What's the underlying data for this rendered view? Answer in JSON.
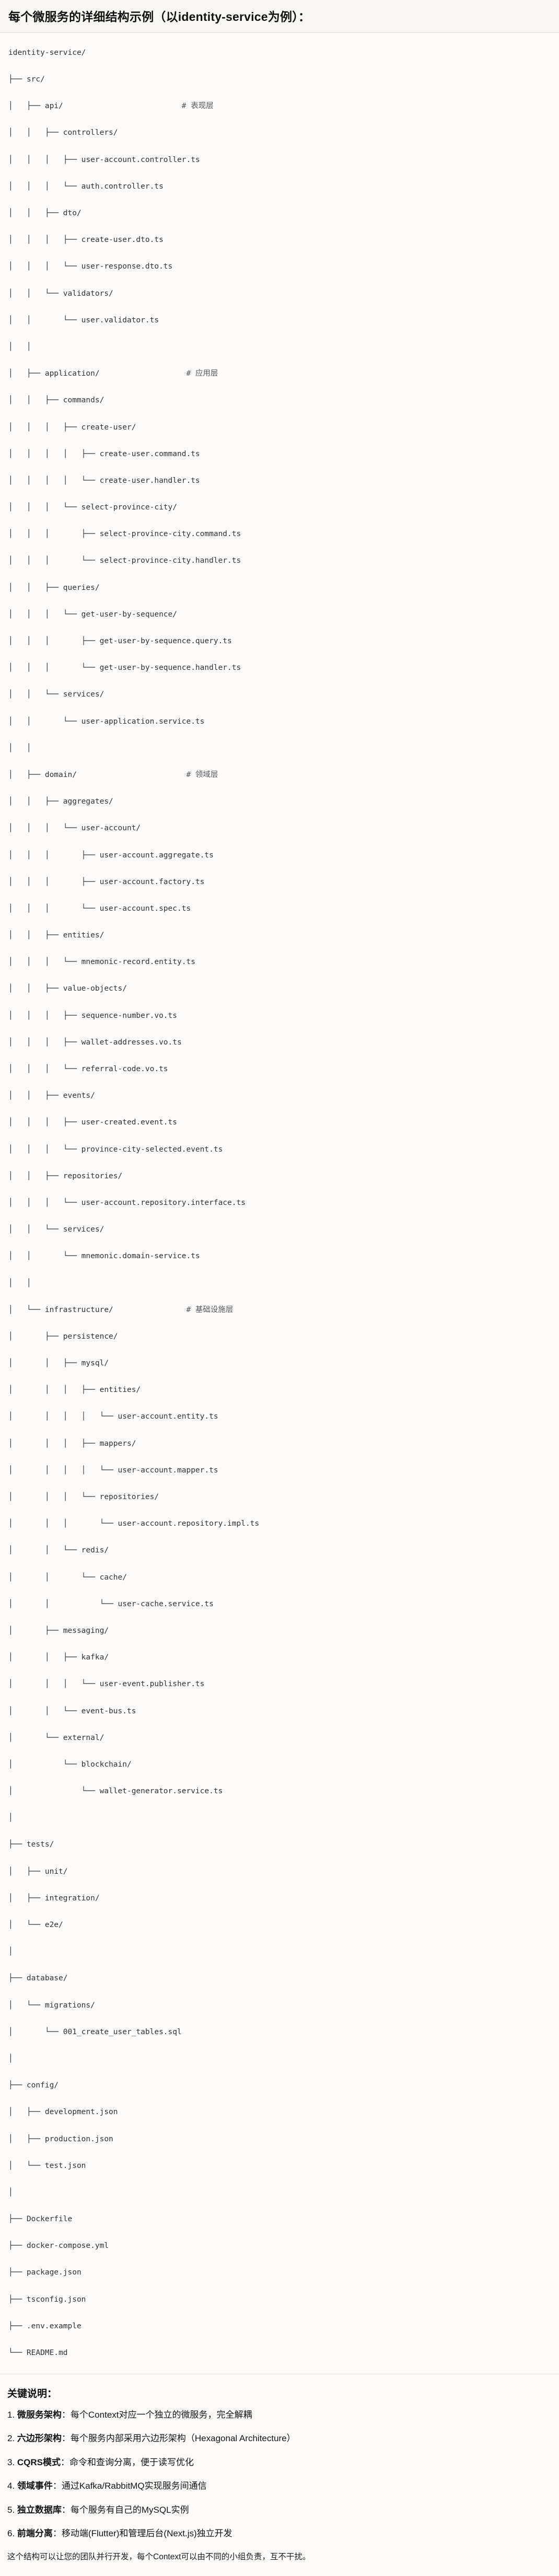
{
  "title": "每个微服务的详细结构示例（以identity-service为例）：",
  "tree": {
    "lines": [
      "identity-service/",
      "├── src/",
      "│   ├── api/                          # 表现层",
      "│   │   ├── controllers/",
      "│   │   │   ├── user-account.controller.ts",
      "│   │   │   └── auth.controller.ts",
      "│   │   ├── dto/",
      "│   │   │   ├── create-user.dto.ts",
      "│   │   │   └── user-response.dto.ts",
      "│   │   └── validators/",
      "│   │       └── user.validator.ts",
      "│   │",
      "│   ├── application/                   # 应用层",
      "│   │   ├── commands/",
      "│   │   │   ├── create-user/",
      "│   │   │   │   ├── create-user.command.ts",
      "│   │   │   │   └── create-user.handler.ts",
      "│   │   │   └── select-province-city/",
      "│   │   │       ├── select-province-city.command.ts",
      "│   │   │       └── select-province-city.handler.ts",
      "│   │   ├── queries/",
      "│   │   │   └── get-user-by-sequence/",
      "│   │   │       ├── get-user-by-sequence.query.ts",
      "│   │   │       └── get-user-by-sequence.handler.ts",
      "│   │   └── services/",
      "│   │       └── user-application.service.ts",
      "│   │",
      "│   ├── domain/                        # 领域层",
      "│   │   ├── aggregates/",
      "│   │   │   └── user-account/",
      "│   │   │       ├── user-account.aggregate.ts",
      "│   │   │       ├── user-account.factory.ts",
      "│   │   │       └── user-account.spec.ts",
      "│   │   ├── entities/",
      "│   │   │   └── mnemonic-record.entity.ts",
      "│   │   ├── value-objects/",
      "│   │   │   ├── sequence-number.vo.ts",
      "│   │   │   ├── wallet-addresses.vo.ts",
      "│   │   │   └── referral-code.vo.ts",
      "│   │   ├── events/",
      "│   │   │   ├── user-created.event.ts",
      "│   │   │   └── province-city-selected.event.ts",
      "│   │   ├── repositories/",
      "│   │   │   └── user-account.repository.interface.ts",
      "│   │   └── services/",
      "│   │       └── mnemonic.domain-service.ts",
      "│   │",
      "│   └── infrastructure/                # 基础设施层",
      "│       ├── persistence/",
      "│       │   ├── mysql/",
      "│       │   │   ├── entities/",
      "│       │   │   │   └── user-account.entity.ts",
      "│       │   │   ├── mappers/",
      "│       │   │   │   └── user-account.mapper.ts",
      "│       │   │   └── repositories/",
      "│       │   │       └── user-account.repository.impl.ts",
      "│       │   └── redis/",
      "│       │       └── cache/",
      "│       │           └── user-cache.service.ts",
      "│       ├── messaging/",
      "│       │   ├── kafka/",
      "│       │   │   └── user-event.publisher.ts",
      "│       │   └── event-bus.ts",
      "│       └── external/",
      "│           └── blockchain/",
      "│               └── wallet-generator.service.ts",
      "│",
      "├── tests/",
      "│   ├── unit/",
      "│   ├── integration/",
      "│   └── e2e/",
      "│",
      "├── database/",
      "│   └── migrations/",
      "│       └── 001_create_user_tables.sql",
      "│",
      "├── config/",
      "│   ├── development.json",
      "│   ├── production.json",
      "│   └── test.json",
      "│",
      "├── Dockerfile",
      "├── docker-compose.yml",
      "├── package.json",
      "├── tsconfig.json",
      "├── .env.example",
      "└── README.md"
    ]
  },
  "notes": {
    "heading": "关键说明：",
    "items": [
      {
        "num": "1.",
        "label": "微服务架构",
        "sep": "：",
        "text": "每个Context对应一个独立的微服务，完全解耦"
      },
      {
        "num": "2.",
        "label": "六边形架构",
        "sep": "：",
        "text": "每个服务内部采用六边形架构（Hexagonal Architecture）"
      },
      {
        "num": "3.",
        "label": "CQRS模式",
        "sep": "：",
        "text": "命令和查询分离，便于读写优化"
      },
      {
        "num": "4.",
        "label": "领域事件",
        "sep": "：",
        "text": "通过Kafka/RabbitMQ实现服务间通信"
      },
      {
        "num": "5.",
        "label": "独立数据库",
        "sep": "：",
        "text": "每个服务有自己的MySQL实例"
      },
      {
        "num": "6.",
        "label": "前端分离",
        "sep": "：",
        "text": "移动端(Flutter)和管理后台(Next.js)独立开发"
      }
    ],
    "closing": "这个结构可以让您的团队并行开发，每个Context可以由不同的小组负责，互不干扰。"
  }
}
